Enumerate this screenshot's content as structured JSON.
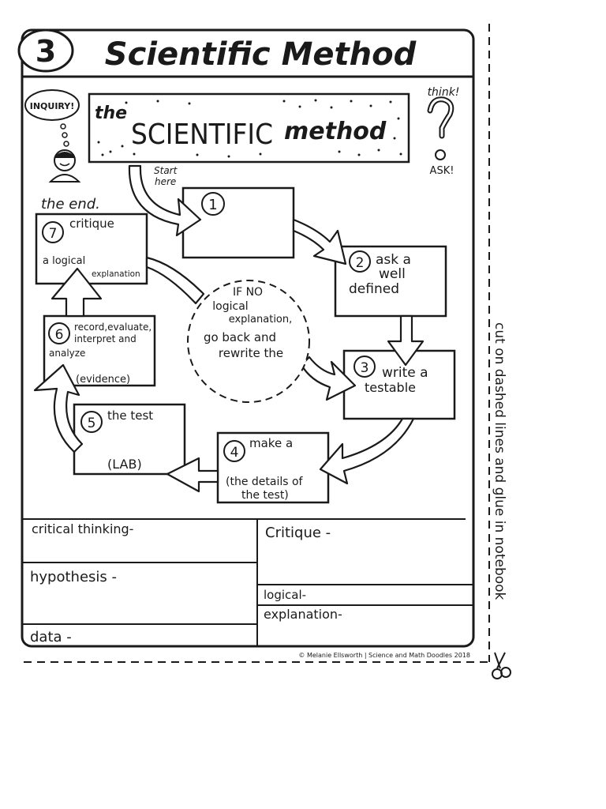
{
  "page": {
    "number": "3",
    "title": "Scientific Method",
    "copyright": "© Melanie Ellsworth | Science and Math Doodles 2018",
    "side_note": "cut on dashed lines and glue in notebook"
  },
  "doodles": {
    "inquiry": "INQUIRY!",
    "think": "think!",
    "ask": "ASK!",
    "start_here_1": "Start",
    "start_here_2": "here",
    "the_end": "the end."
  },
  "banner": {
    "the": "the",
    "scientific": "SCIENTIFIC",
    "method": "method"
  },
  "steps": {
    "s1": {
      "num": "1"
    },
    "s2": {
      "num": "2",
      "l1": "ask a",
      "l2": "well",
      "l3": "defined"
    },
    "s3": {
      "num": "3",
      "l1": "write a",
      "l2": "testable"
    },
    "s4": {
      "num": "4",
      "l1": "make a",
      "l2": "(the details of",
      "l3": "the test)"
    },
    "s5": {
      "num": "5",
      "l1": "the test",
      "l2": "(LAB)"
    },
    "s6": {
      "num": "6",
      "l1": "record,evaluate,",
      "l2": "interpret and",
      "l3": "analyze",
      "l4": "(evidence)"
    },
    "s7": {
      "num": "7",
      "l1": "critique",
      "l2": "a logical",
      "l3": "explanation"
    }
  },
  "center_note": {
    "l1": "IF NO",
    "l2": "logical",
    "l3": "explanation,",
    "l4": "go back and",
    "l5": "rewrite the"
  },
  "vocab": {
    "critical_thinking": "critical thinking-",
    "hypothesis": "hypothesis -",
    "data": "data -",
    "critique": "Critique -",
    "logical": "logical-",
    "explanation": "explanation-"
  }
}
